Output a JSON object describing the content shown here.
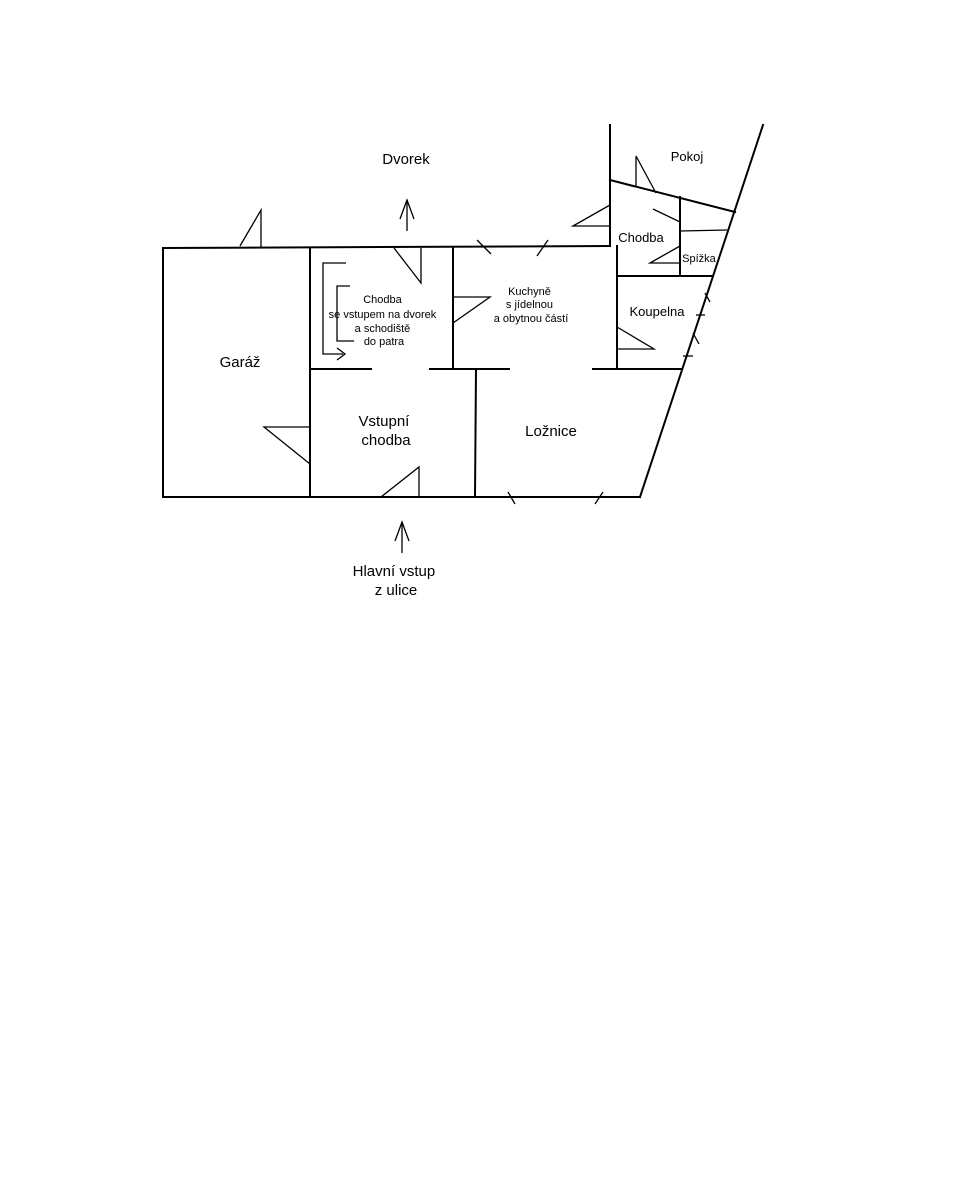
{
  "labels": {
    "dvorek": "Dvorek",
    "pokoj": "Pokoj",
    "chodba_small": "Chodba",
    "spizka": "Spížka",
    "koupelna": "Koupelna",
    "garaz": "Garáž",
    "chodba_dvorek": [
      "Chodba",
      "se vstupem na dvorek",
      "a schodiště",
      "do patra"
    ],
    "kuchyne": [
      "Kuchyně",
      "s jídelnou",
      "a obytnou částí"
    ],
    "vstupni_chodba": [
      "Vstupní",
      "chodba"
    ],
    "loznice": "Ložnice",
    "hlavni_vstup": [
      "Hlavní vstup",
      "z ulice"
    ]
  }
}
